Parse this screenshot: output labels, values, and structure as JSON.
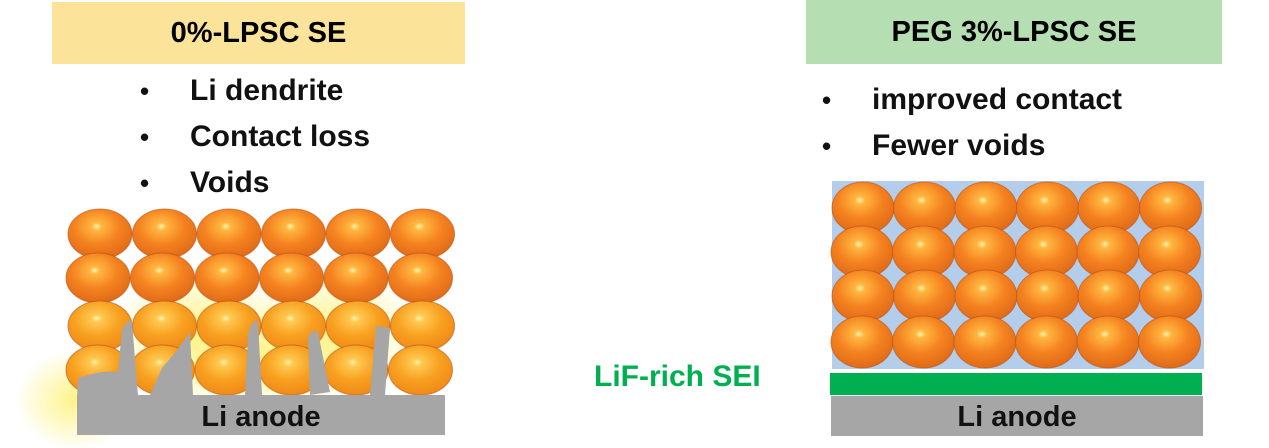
{
  "left_panel": {
    "title": "0%-LPSC SE",
    "title_bg": "#fbe49a",
    "bullets": [
      {
        "marker": "•",
        "text": "Li dendrite"
      },
      {
        "marker": "•",
        "text": "Contact loss"
      },
      {
        "marker": "•",
        "text": "Voids"
      }
    ],
    "anode_label": "Li anode",
    "particle_rows": 4,
    "particle_cols": 6
  },
  "right_panel": {
    "title": "PEG 3%-LPSC SE",
    "title_bg": "#b5dfb3",
    "bullets": [
      {
        "marker": "•",
        "text": "improved contact"
      },
      {
        "marker": "•",
        "text": "Fewer voids"
      }
    ],
    "sei_label": "LiF-rich SEI",
    "anode_label": "Li anode",
    "particle_rows": 4,
    "particle_cols": 6
  },
  "colors": {
    "particle": "#f07a20",
    "particle_dark": "#c2561a",
    "particle_highlight": "#fff4b0",
    "anode": "#a6a6a6",
    "sei": "#00b050",
    "binder_fill": "#b4cdea",
    "dendrite_glow": "#ffe85a"
  }
}
